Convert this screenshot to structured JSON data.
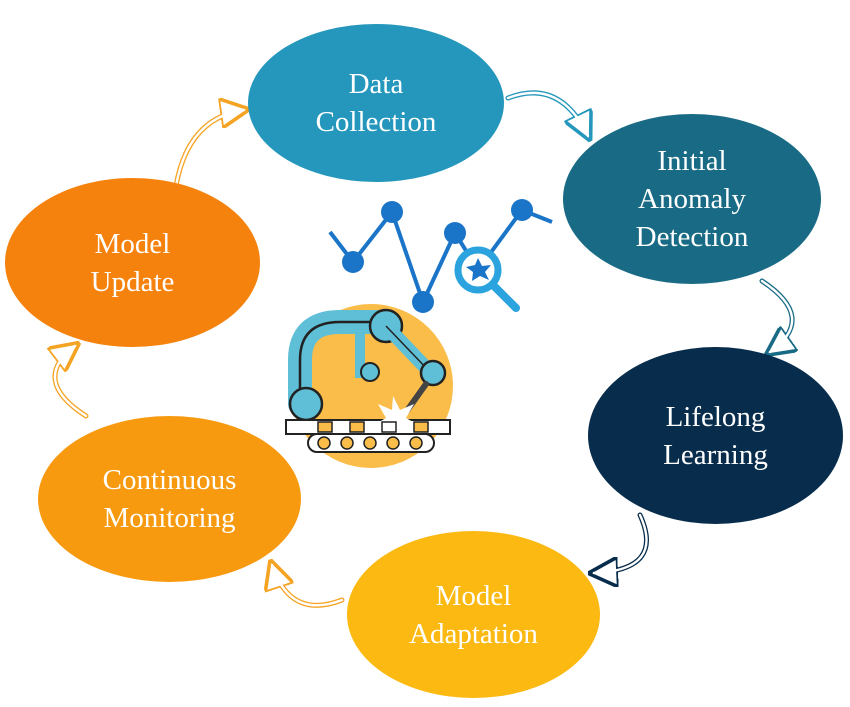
{
  "diagram": {
    "nodes": [
      {
        "id": "data-collection",
        "label": "Data\nCollection",
        "color": "#2597bc"
      },
      {
        "id": "initial-anomaly-detection",
        "label": "Initial\nAnomaly\nDetection",
        "color": "#196b85"
      },
      {
        "id": "lifelong-learning",
        "label": "Lifelong\nLearning",
        "color": "#082d4c"
      },
      {
        "id": "model-adaptation",
        "label": "Model\nAdaptation",
        "color": "#fbb911"
      },
      {
        "id": "continuous-monitoring",
        "label": "Continuous\nMonitoring",
        "color": "#f79a0f"
      },
      {
        "id": "model-update",
        "label": "Model\nUpdate",
        "color": "#f5820d"
      }
    ],
    "cycle": [
      "data-collection",
      "initial-anomaly-detection",
      "lifelong-learning",
      "model-adaptation",
      "continuous-monitoring",
      "model-update",
      "data-collection"
    ],
    "center_icons": [
      "line-chart-icon",
      "magnifier-anomaly-icon",
      "robot-arm-icon",
      "conveyor-belt-icon",
      "welding-spark-icon"
    ],
    "accent_colors": {
      "chart_blue": "#1a74c7",
      "magnifier_blue": "#2ba3de",
      "robot_disc": "#fbbd4a",
      "robot_arm": "#5fbfd6"
    }
  }
}
